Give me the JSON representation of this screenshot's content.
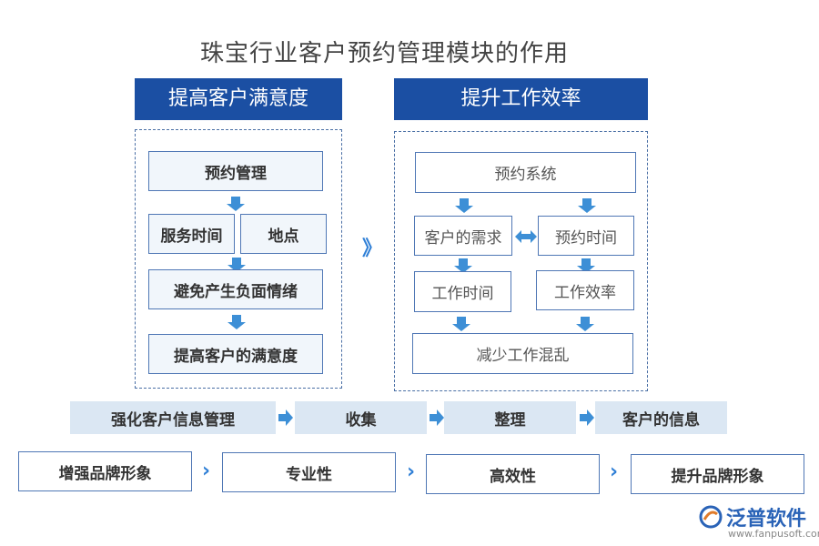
{
  "title": "珠宝行业客户预约管理模块的作用",
  "left": {
    "header": "提高客户满意度",
    "boxes": [
      "预约管理",
      "服务时间",
      "地点",
      "避免产生负面情绪",
      "提高客户的满意度"
    ]
  },
  "right": {
    "header": "提升工作效率",
    "boxes": [
      "预约系统",
      "客户的需求",
      "预约时间",
      "工作时间",
      "工作效率",
      "减少工作混乱"
    ]
  },
  "middle_chevron": "》",
  "row1": [
    "强化客户信息管理",
    "收集",
    "整理",
    "客户的信息"
  ],
  "row2": [
    "增强品牌形象",
    "专业性",
    "高效性",
    "提升品牌形象"
  ],
  "row2_chevron": "›",
  "logo": {
    "text": "泛普软件",
    "url": "www.fanpusoft.com",
    "icon": "fanpu-logo-icon"
  },
  "colors": {
    "header": "#1b4fa3",
    "arrow": "#3d8fd6",
    "strip": "#dbe7f3",
    "border": "#4f77b5"
  }
}
